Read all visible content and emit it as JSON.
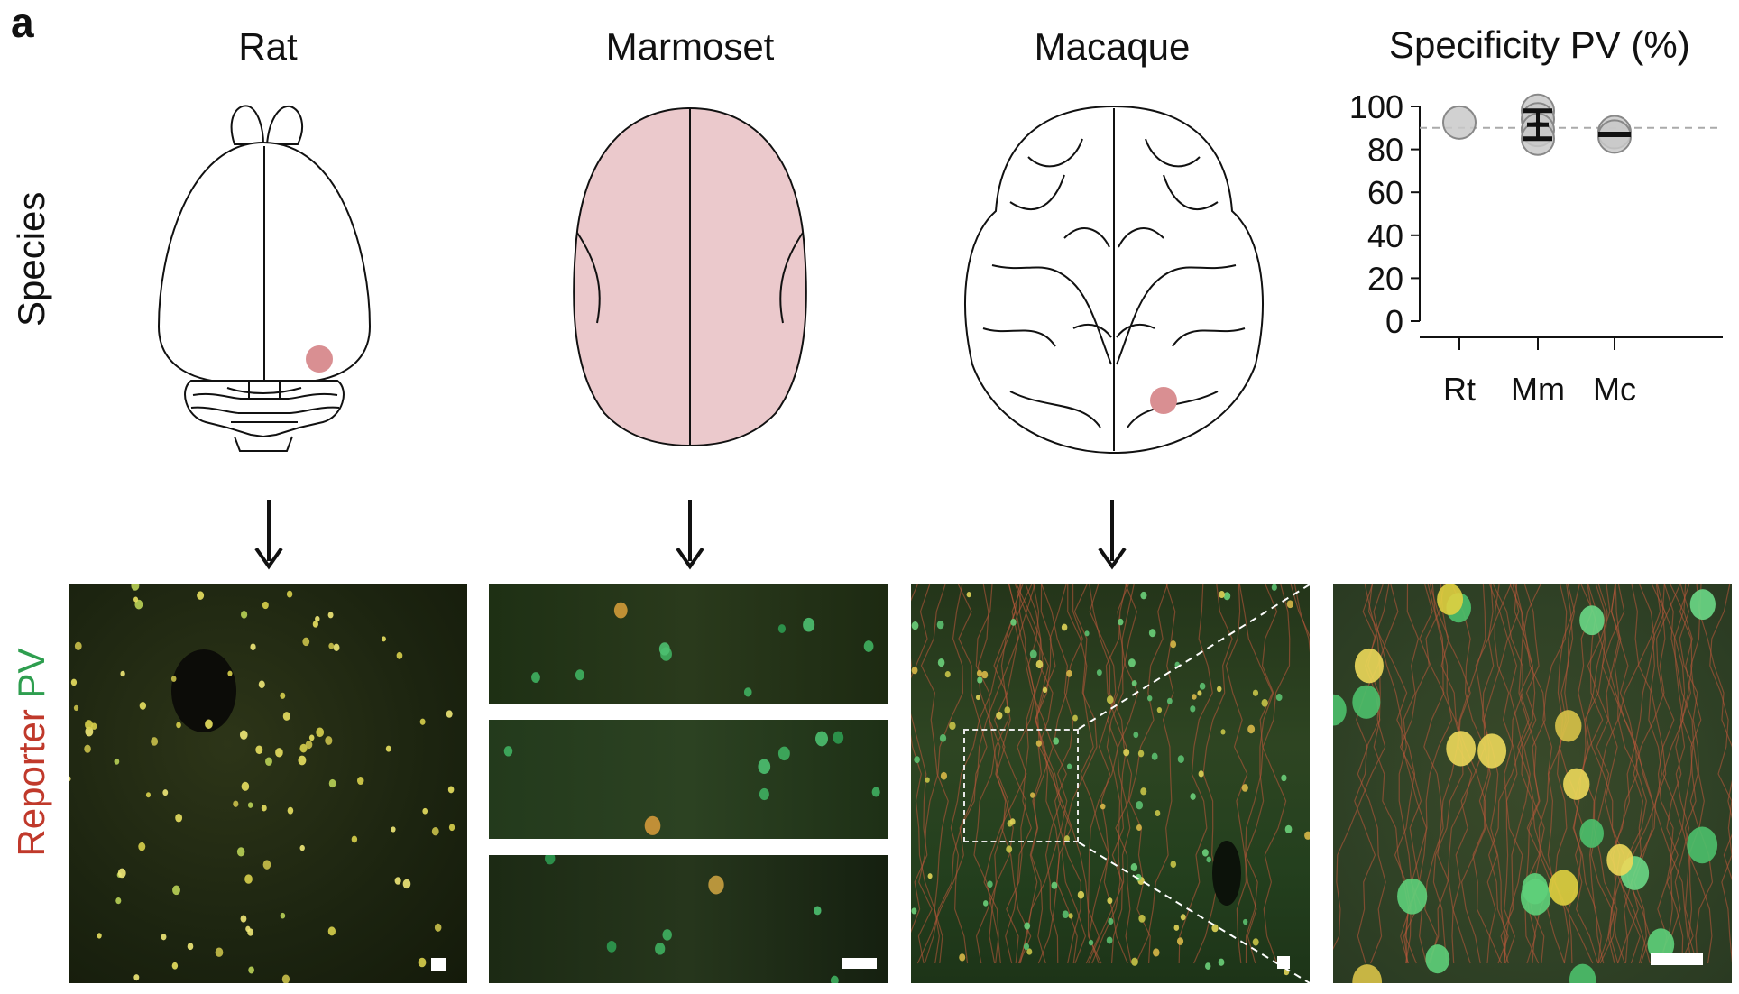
{
  "panel_letter": "a",
  "species": [
    {
      "id": "rat",
      "title": "Rat"
    },
    {
      "id": "marmoset",
      "title": "Marmoset"
    },
    {
      "id": "macaque",
      "title": "Macaque"
    }
  ],
  "row_labels": {
    "top": "Species",
    "bottom_reporter": "Reporter",
    "bottom_pv": "PV"
  },
  "colors": {
    "injection_site": "#d98f92",
    "marmoset_brain_fill": "#ebc9cc",
    "reporter_red": "#c0392b",
    "pv_green": "#2e9e4f",
    "point_fill": "#c9c9c9",
    "point_stroke": "#888888",
    "reference_line": "#aaaaaa"
  },
  "chart_data": {
    "type": "scatter",
    "title": "Specificity PV (%)",
    "categories": [
      "Rt",
      "Mm",
      "Mc"
    ],
    "ylim": [
      0,
      100
    ],
    "yticks": [
      0,
      20,
      40,
      60,
      80,
      100
    ],
    "reference_line": 90,
    "points": [
      {
        "category": "Rt",
        "value": 92.5
      },
      {
        "category": "Mm",
        "value": 98
      },
      {
        "category": "Mm",
        "value": 94
      },
      {
        "category": "Mm",
        "value": 89
      },
      {
        "category": "Mm",
        "value": 85
      },
      {
        "category": "Mc",
        "value": 88
      },
      {
        "category": "Mc",
        "value": 86
      }
    ],
    "summary": [
      {
        "category": "Mm",
        "mean": 91.5,
        "upper": 98,
        "lower": 85
      },
      {
        "category": "Mc",
        "mean": 87,
        "upper": 87,
        "lower": 87
      }
    ]
  }
}
